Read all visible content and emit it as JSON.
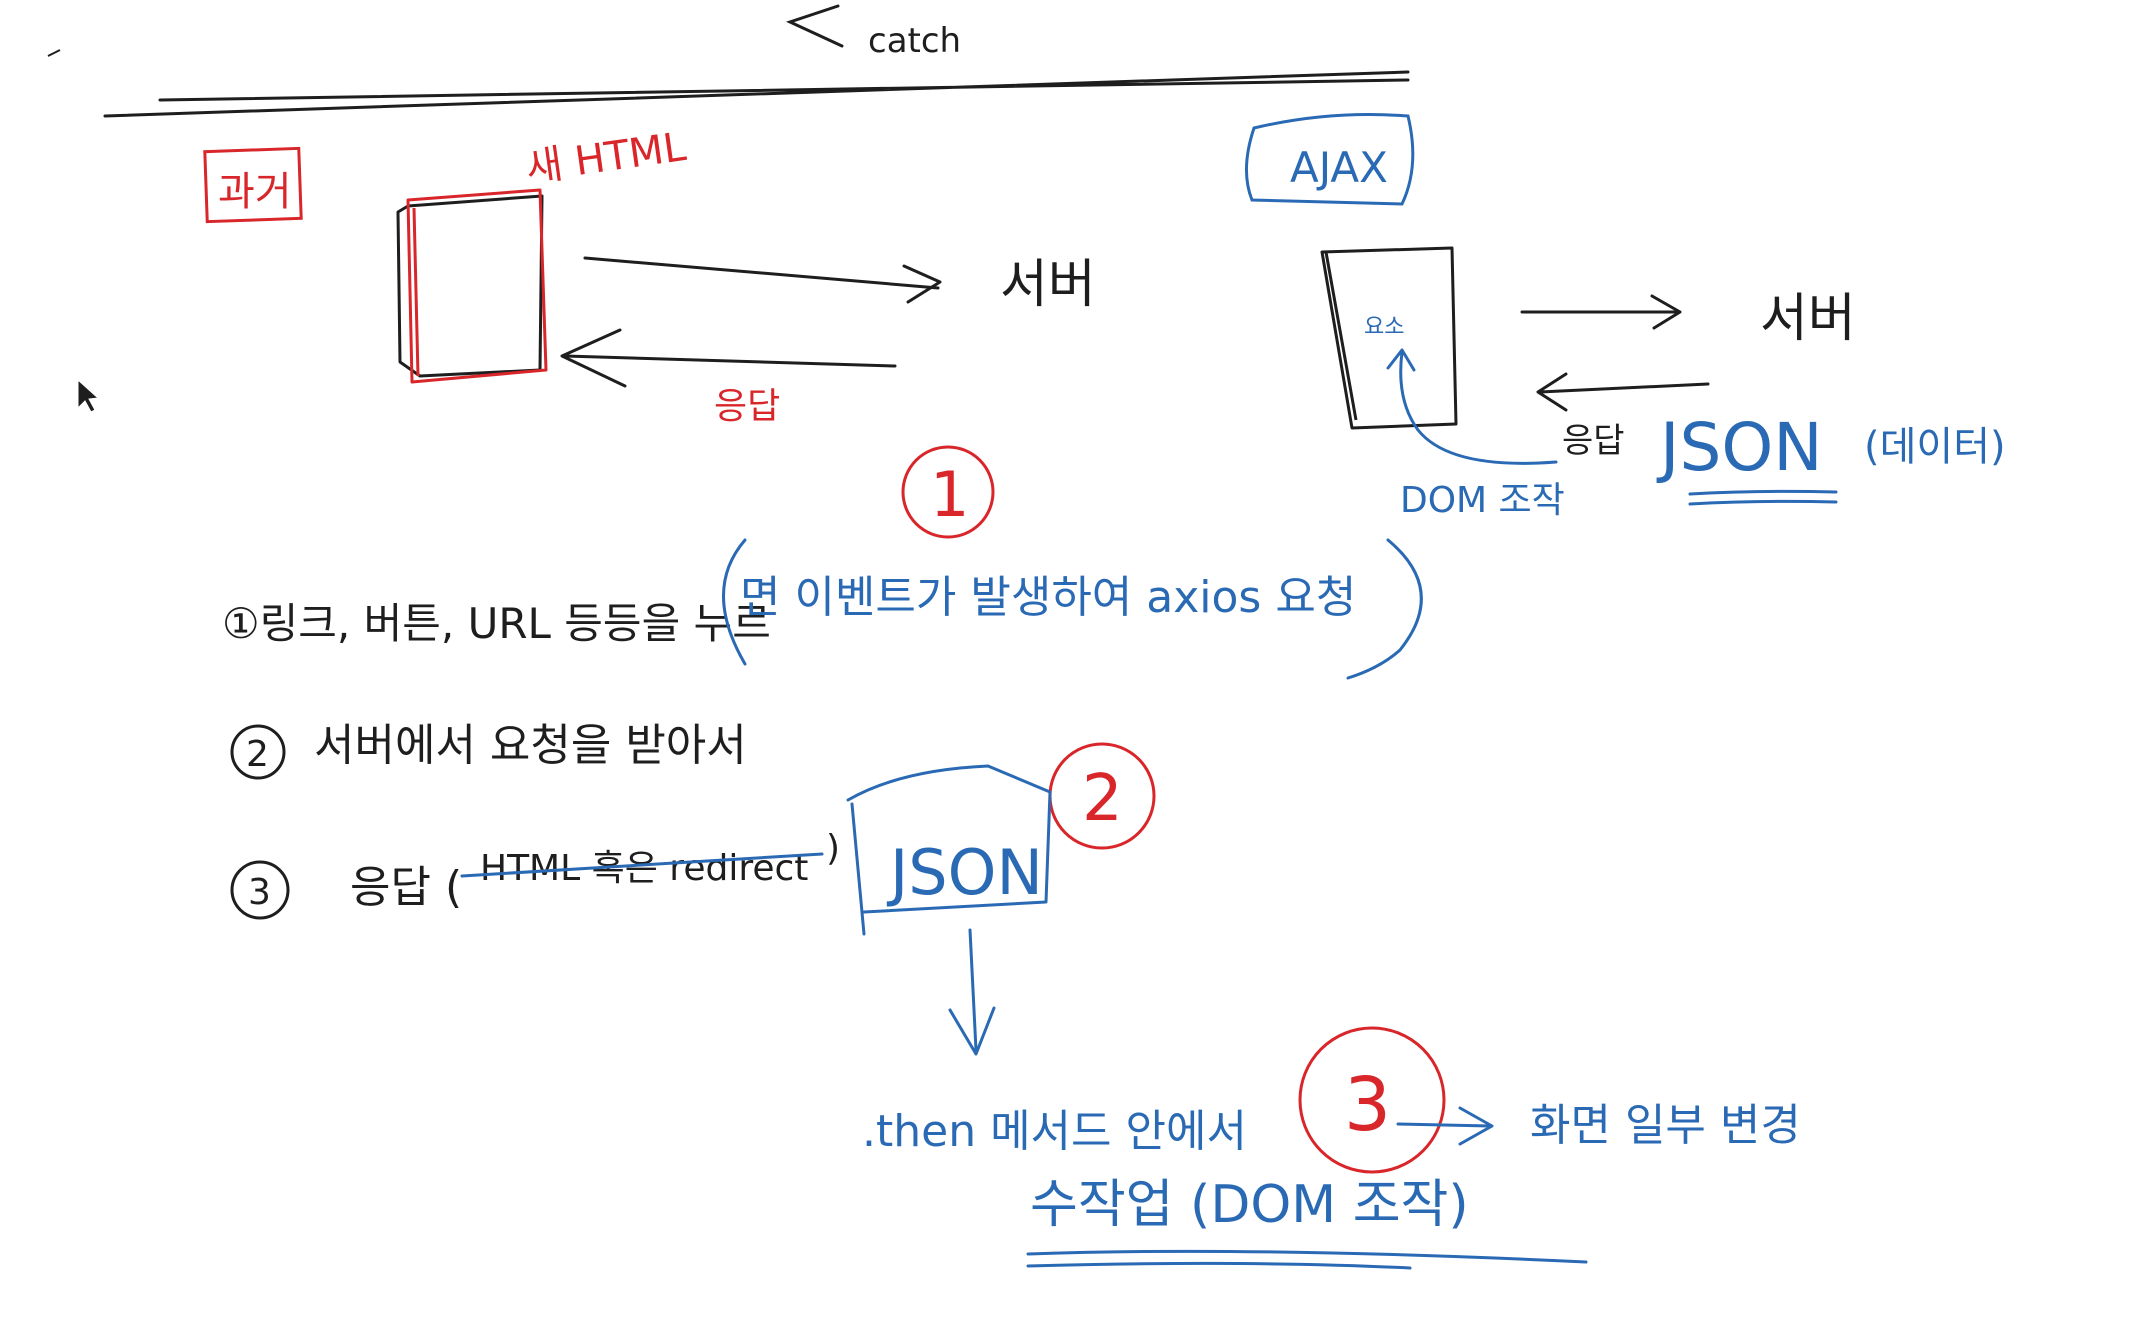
{
  "colors": {
    "black": "#1e1e1e",
    "red": "#d8262a",
    "blue": "#2a6ab4"
  },
  "top": {
    "catch_label": "catch"
  },
  "left_diagram": {
    "title": "과거",
    "page_label": "새 HTML",
    "server_label": "서버",
    "response_label": "응답"
  },
  "right_diagram": {
    "title": "AJAX",
    "element_label": "요소",
    "server_label": "서버",
    "response_label": "응답",
    "json_label": "JSON",
    "data_label": "(데이터)",
    "dom_label": "DOM 조작"
  },
  "steps": {
    "badge1": "1",
    "badge2": "2",
    "badge3": "3",
    "step1_prefix": "①링크, 버튼, URL 등등을 누르",
    "step1_highlight": "면 이벤트가 발생하여 axios 요청",
    "step2_num": "2",
    "step2_text": "서버에서 요청을 받아서",
    "step3_num": "3",
    "step3_text": "응답 (",
    "step3_strike": "HTML 혹은 redirect",
    "step3_close": ")",
    "json_box": "JSON",
    "then_text": ".then 메서드 안에서",
    "manual_text": "수작업 (DOM 조작)",
    "result_text": "화면 일부 변경"
  }
}
